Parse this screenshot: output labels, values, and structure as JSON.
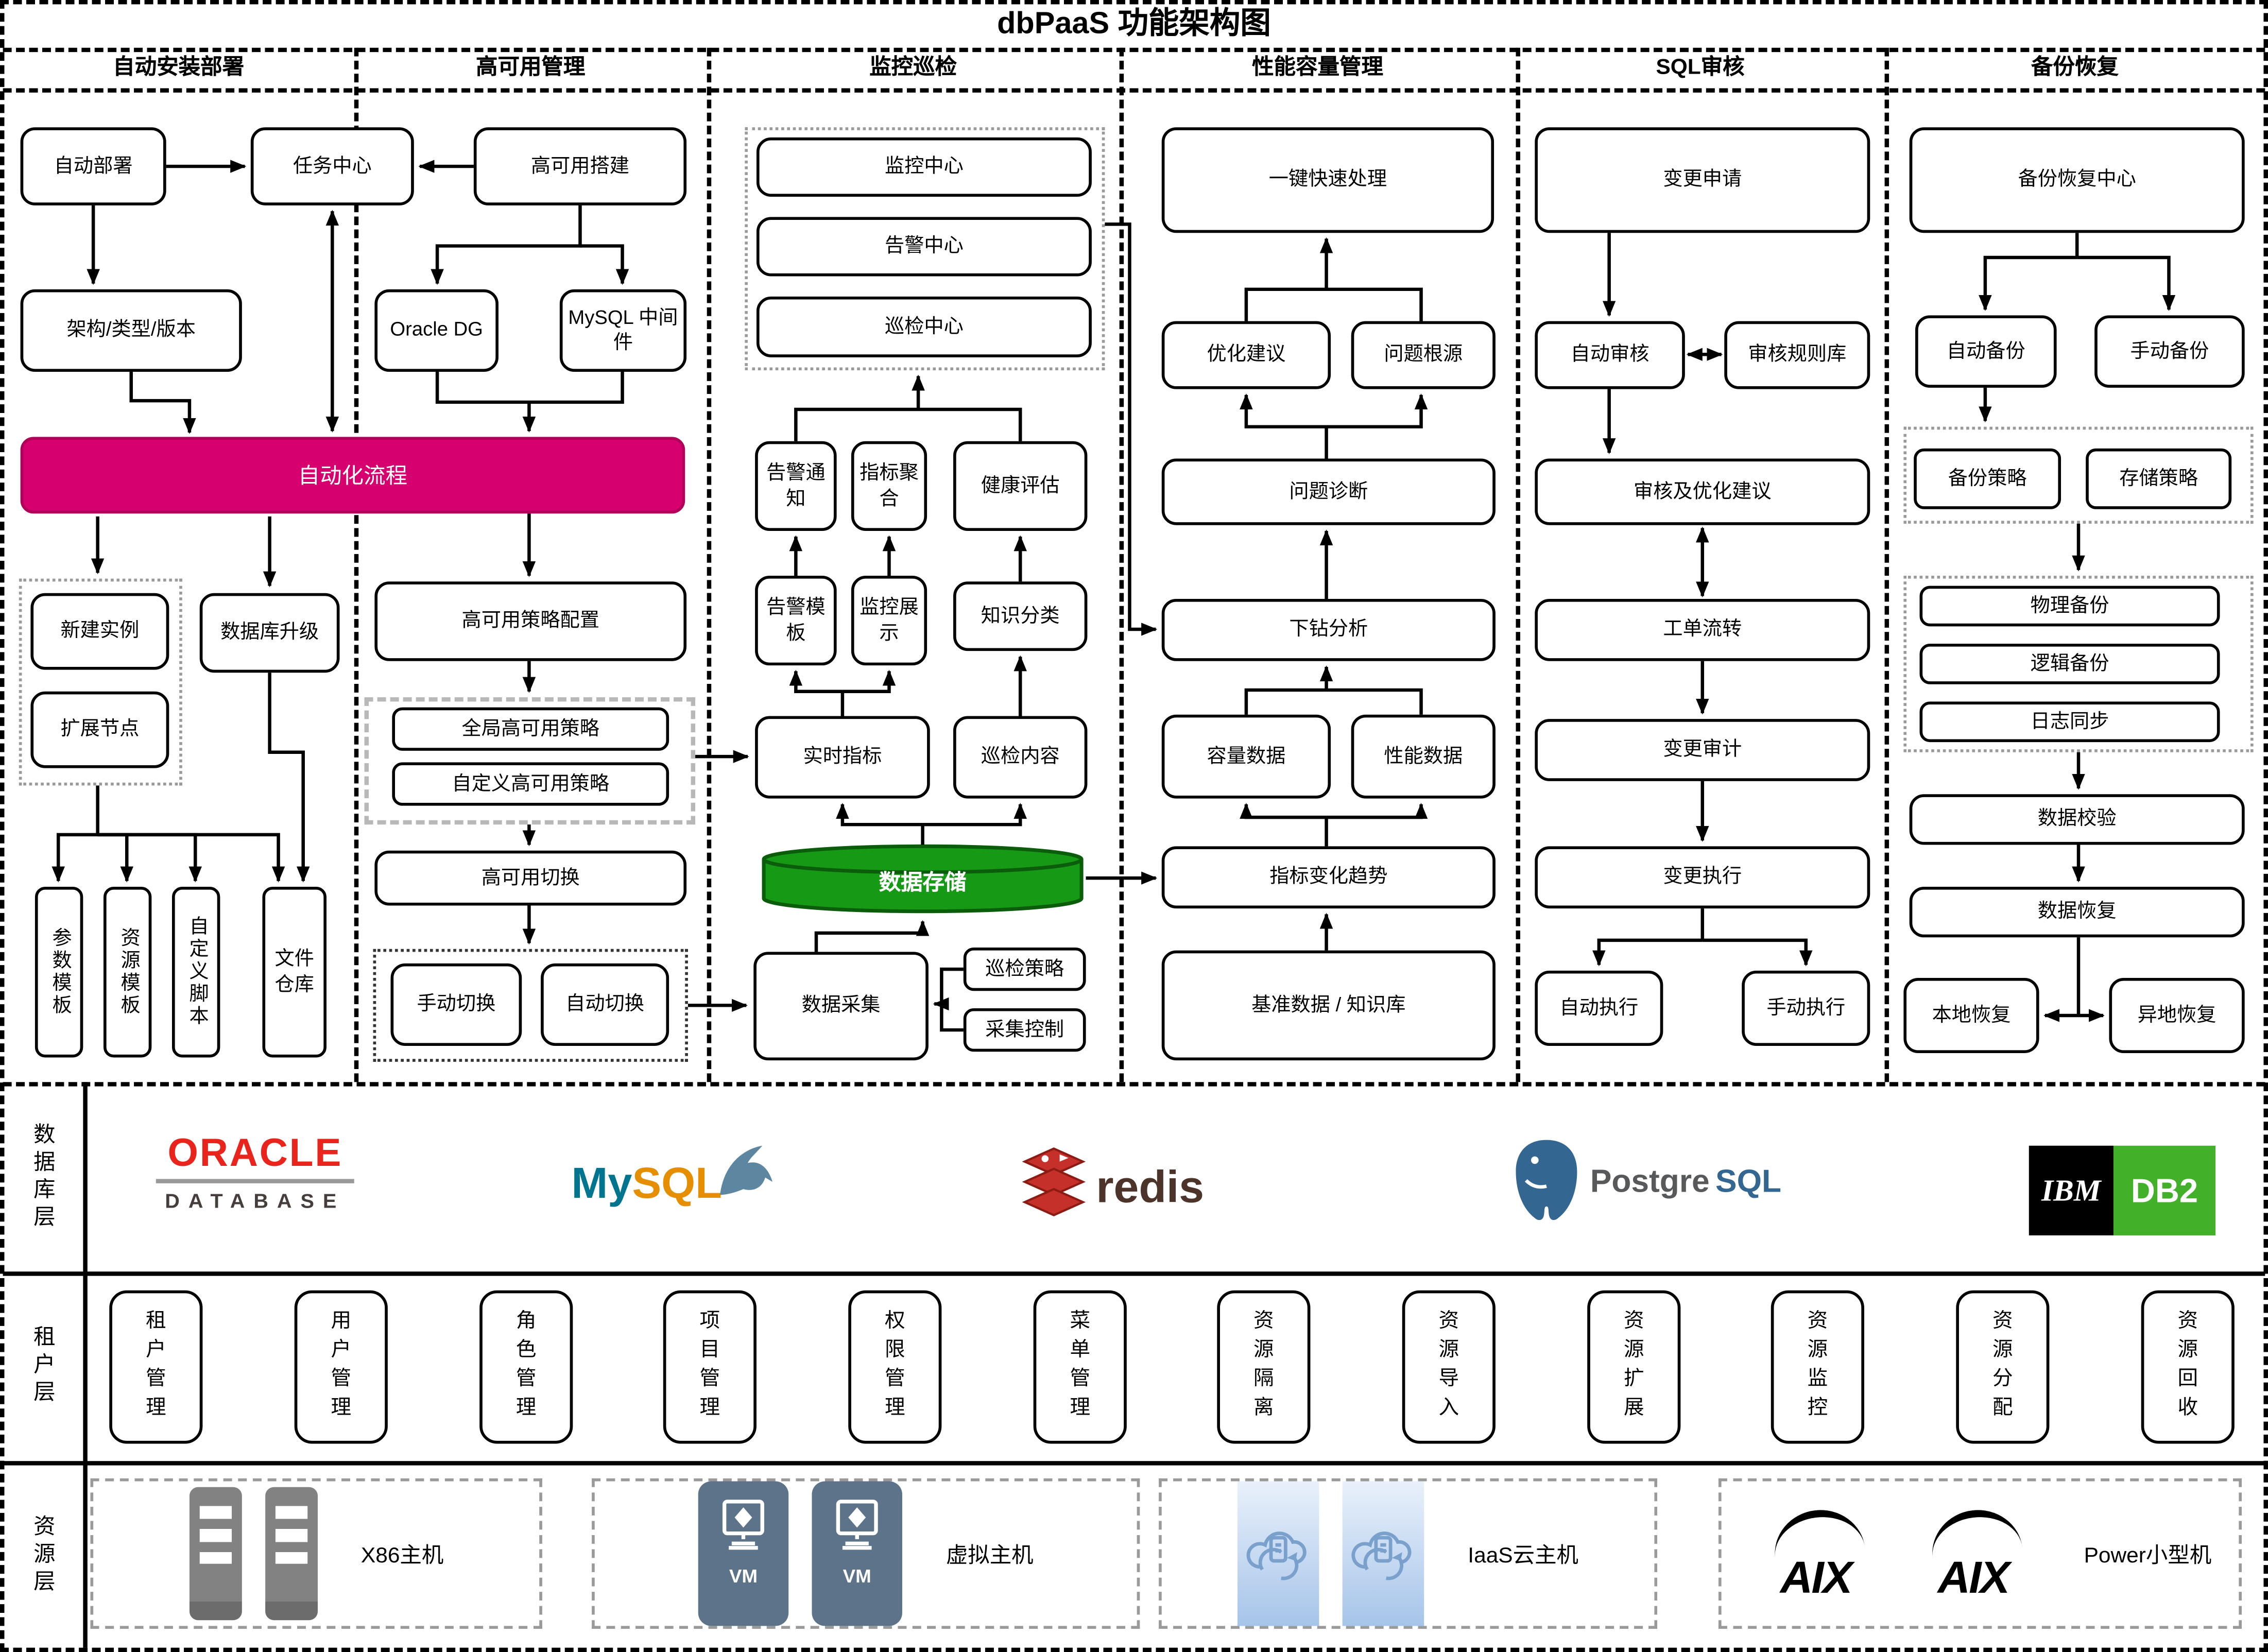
{
  "title": "dbPaaS 功能架构图",
  "headers": [
    "自动安装部署",
    "高可用管理",
    "监控巡检",
    "性能容量管理",
    "SQL审核",
    "备份恢复"
  ],
  "c1": {
    "auto_deploy": "自动部署",
    "task_center": "任务中心",
    "arch": "架构/类型/版本",
    "pipeline": "自动化流程",
    "new_instance": "新建实例",
    "expand_node": "扩展节点",
    "db_upgrade": "数据库升级",
    "param_tpl": "参数模板",
    "res_tpl": "资源模板",
    "custom_script": "自定义脚本",
    "file_repo": "文件仓库"
  },
  "c2": {
    "ha_build": "高可用搭建",
    "oracle_dg": "Oracle DG",
    "mysql_mw": "MySQL 中间件",
    "ha_policy_cfg": "高可用策略配置",
    "global_policy": "全局高可用策略",
    "custom_policy": "自定义高可用策略",
    "ha_switch": "高可用切换",
    "manual_switch": "手动切换",
    "auto_switch": "自动切换"
  },
  "c3": {
    "monitor_center": "监控中心",
    "alert_center": "告警中心",
    "inspect_center": "巡检中心",
    "alert_notify": "告警通知",
    "metric_agg": "指标聚合",
    "health_eval": "健康评估",
    "alert_tpl": "告警模板",
    "monitor_display": "监控展示",
    "knowledge_cls": "知识分类",
    "realtime_metric": "实时指标",
    "inspect_content": "巡检内容",
    "data_store": "数据存储",
    "data_collect": "数据采集",
    "inspect_policy": "巡检策略",
    "collect_ctrl": "采集控制"
  },
  "c4": {
    "one_key": "一键快速处理",
    "opt_suggest": "优化建议",
    "root_cause": "问题根源",
    "diagnosis": "问题诊断",
    "drill_down": "下钻分析",
    "capacity_data": "容量数据",
    "perf_data": "性能数据",
    "metric_trend": "指标变化趋势",
    "baseline": "基准数据 / 知识库"
  },
  "c5": {
    "change_request": "变更申请",
    "auto_review": "自动审核",
    "rule_lib": "审核规则库",
    "review_suggest": "审核及优化建议",
    "ticket_flow": "工单流转",
    "change_audit": "变更审计",
    "change_exec": "变更执行",
    "auto_exec": "自动执行",
    "manual_exec": "手动执行"
  },
  "c6": {
    "br_center": "备份恢复中心",
    "auto_backup": "自动备份",
    "manual_backup": "手动备份",
    "backup_policy": "备份策略",
    "storage_policy": "存储策略",
    "physical_backup": "物理备份",
    "logical_backup": "逻辑备份",
    "log_sync": "日志同步",
    "data_verify": "数据校验",
    "data_restore": "数据恢复",
    "local_restore": "本地恢复",
    "remote_restore": "异地恢复"
  },
  "db": {
    "label": "数据库层",
    "oracle": {
      "line1": "ORACLE",
      "line2": "DATABASE"
    },
    "mysql": {
      "part1": "My",
      "part2": "SQL"
    },
    "redis": {
      "text": "redis"
    },
    "postgresql": {
      "part1": "Postgre",
      "part2": "SQL"
    },
    "ibmdb2": {
      "ibm": "IBM",
      "db2": "DB2"
    }
  },
  "tenant": {
    "label": "租户层",
    "items": [
      "租户管理",
      "用户管理",
      "角色管理",
      "项目管理",
      "权限管理",
      "菜单管理",
      "资源隔离",
      "资源导入",
      "资源扩展",
      "资源监控",
      "资源分配",
      "资源回收"
    ]
  },
  "resource": {
    "label": "资源层",
    "groups": [
      {
        "label": "X86主机"
      },
      {
        "label": "虚拟主机",
        "badge": "VM"
      },
      {
        "label": "IaaS云主机"
      },
      {
        "label": "Power小型机",
        "logo": "AIX"
      }
    ]
  },
  "colors": {
    "accent-pink": "#d6006f",
    "accent-pink-border": "#b00059",
    "cylinder-green": "#169a16",
    "cylinder-green-dark": "#0b5c0b",
    "oracle-red": "#e8241c",
    "oracle-gray": "#463e3c",
    "mysql-blue": "#00758f",
    "mysql-orange": "#e48e00",
    "redis-red": "#c6302b",
    "redis-text": "#4d342a",
    "postgres-blue": "#336791",
    "postgres-gray": "#58595b",
    "ibm-green": "#43b02a",
    "vm-slate": "#5d7389",
    "server-gray": "#828282",
    "cloud-blue-top": "#e9f1fb",
    "cloud-blue-bottom": "#a6c4e9",
    "cloud-stroke": "#7aa0cc"
  }
}
